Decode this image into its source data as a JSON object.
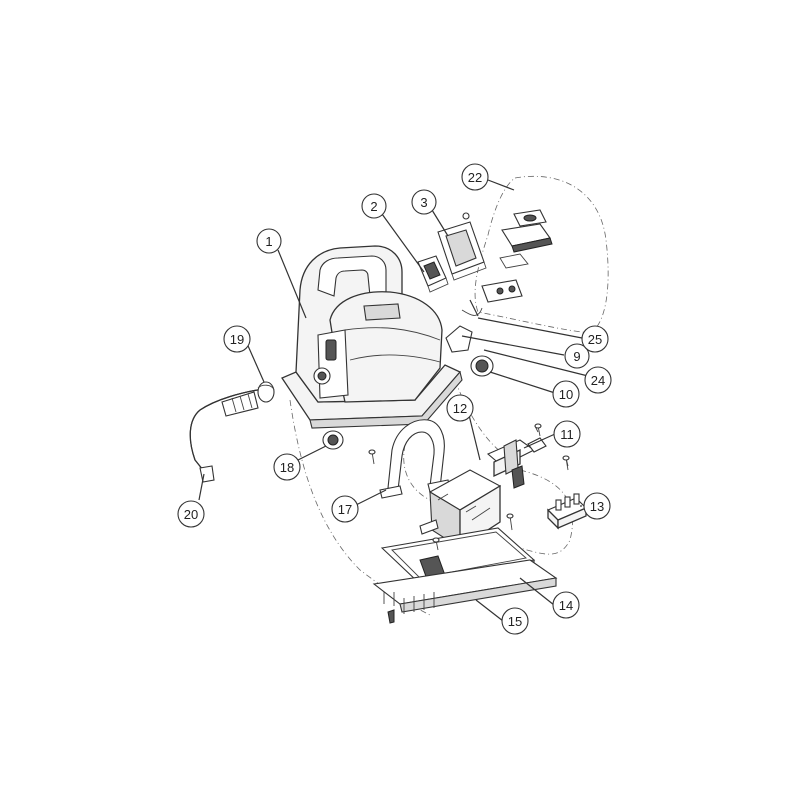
{
  "callouts": [
    {
      "id": "1",
      "label": "1"
    },
    {
      "id": "2",
      "label": "2"
    },
    {
      "id": "3",
      "label": "3"
    },
    {
      "id": "9",
      "label": "9"
    },
    {
      "id": "10",
      "label": "10"
    },
    {
      "id": "11",
      "label": "11"
    },
    {
      "id": "12",
      "label": "12"
    },
    {
      "id": "13",
      "label": "13"
    },
    {
      "id": "14",
      "label": "14"
    },
    {
      "id": "15",
      "label": "15"
    },
    {
      "id": "17",
      "label": "17"
    },
    {
      "id": "18",
      "label": "18"
    },
    {
      "id": "19",
      "label": "19"
    },
    {
      "id": "20",
      "label": "20"
    },
    {
      "id": "22",
      "label": "22"
    },
    {
      "id": "24",
      "label": "24"
    },
    {
      "id": "25",
      "label": "25"
    }
  ]
}
